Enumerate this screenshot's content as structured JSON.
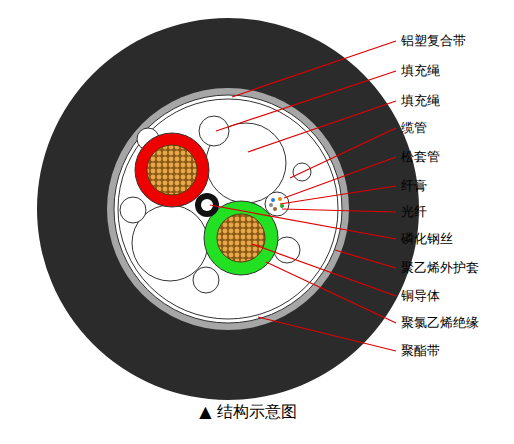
{
  "diagram": {
    "caption": "▲ 结构示意图",
    "labels": [
      "铝塑复合带",
      "填充绳",
      "填充绳",
      "缆管",
      "松套管",
      "纤膏",
      "光纤",
      "磷化钢丝",
      "聚乙烯外护套",
      "铜导体",
      "聚氯乙烯绝缘",
      "聚酯带"
    ]
  }
}
